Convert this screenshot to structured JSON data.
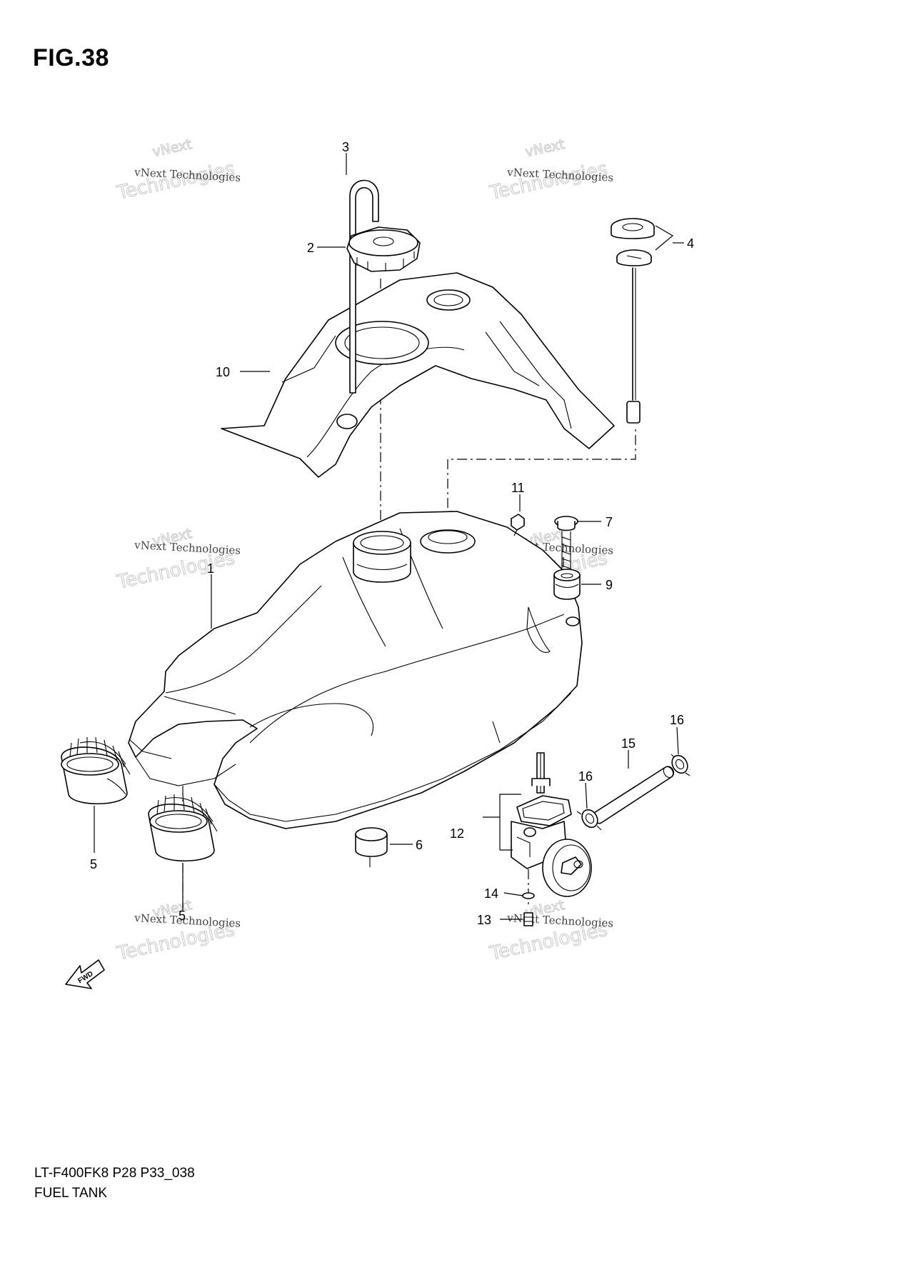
{
  "figure": {
    "title": "FIG.38",
    "model_code": "LT-F400FK8 P28 P33_038",
    "name": "FUEL TANK",
    "direction_label": "FWD"
  },
  "watermark": {
    "line1": "vNext Technologies",
    "line2": "vNext",
    "line3": "Technologies"
  },
  "callouts": [
    {
      "id": "c1",
      "label": "1"
    },
    {
      "id": "c2",
      "label": "2"
    },
    {
      "id": "c3",
      "label": "3"
    },
    {
      "id": "c4",
      "label": "4"
    },
    {
      "id": "c5a",
      "label": "5"
    },
    {
      "id": "c5b",
      "label": "5"
    },
    {
      "id": "c6",
      "label": "6"
    },
    {
      "id": "c7",
      "label": "7"
    },
    {
      "id": "c9",
      "label": "9"
    },
    {
      "id": "c10",
      "label": "10"
    },
    {
      "id": "c11",
      "label": "11"
    },
    {
      "id": "c12",
      "label": "12"
    },
    {
      "id": "c13",
      "label": "13"
    },
    {
      "id": "c14",
      "label": "14"
    },
    {
      "id": "c15",
      "label": "15"
    },
    {
      "id": "c16a",
      "label": "16"
    },
    {
      "id": "c16b",
      "label": "16"
    }
  ]
}
